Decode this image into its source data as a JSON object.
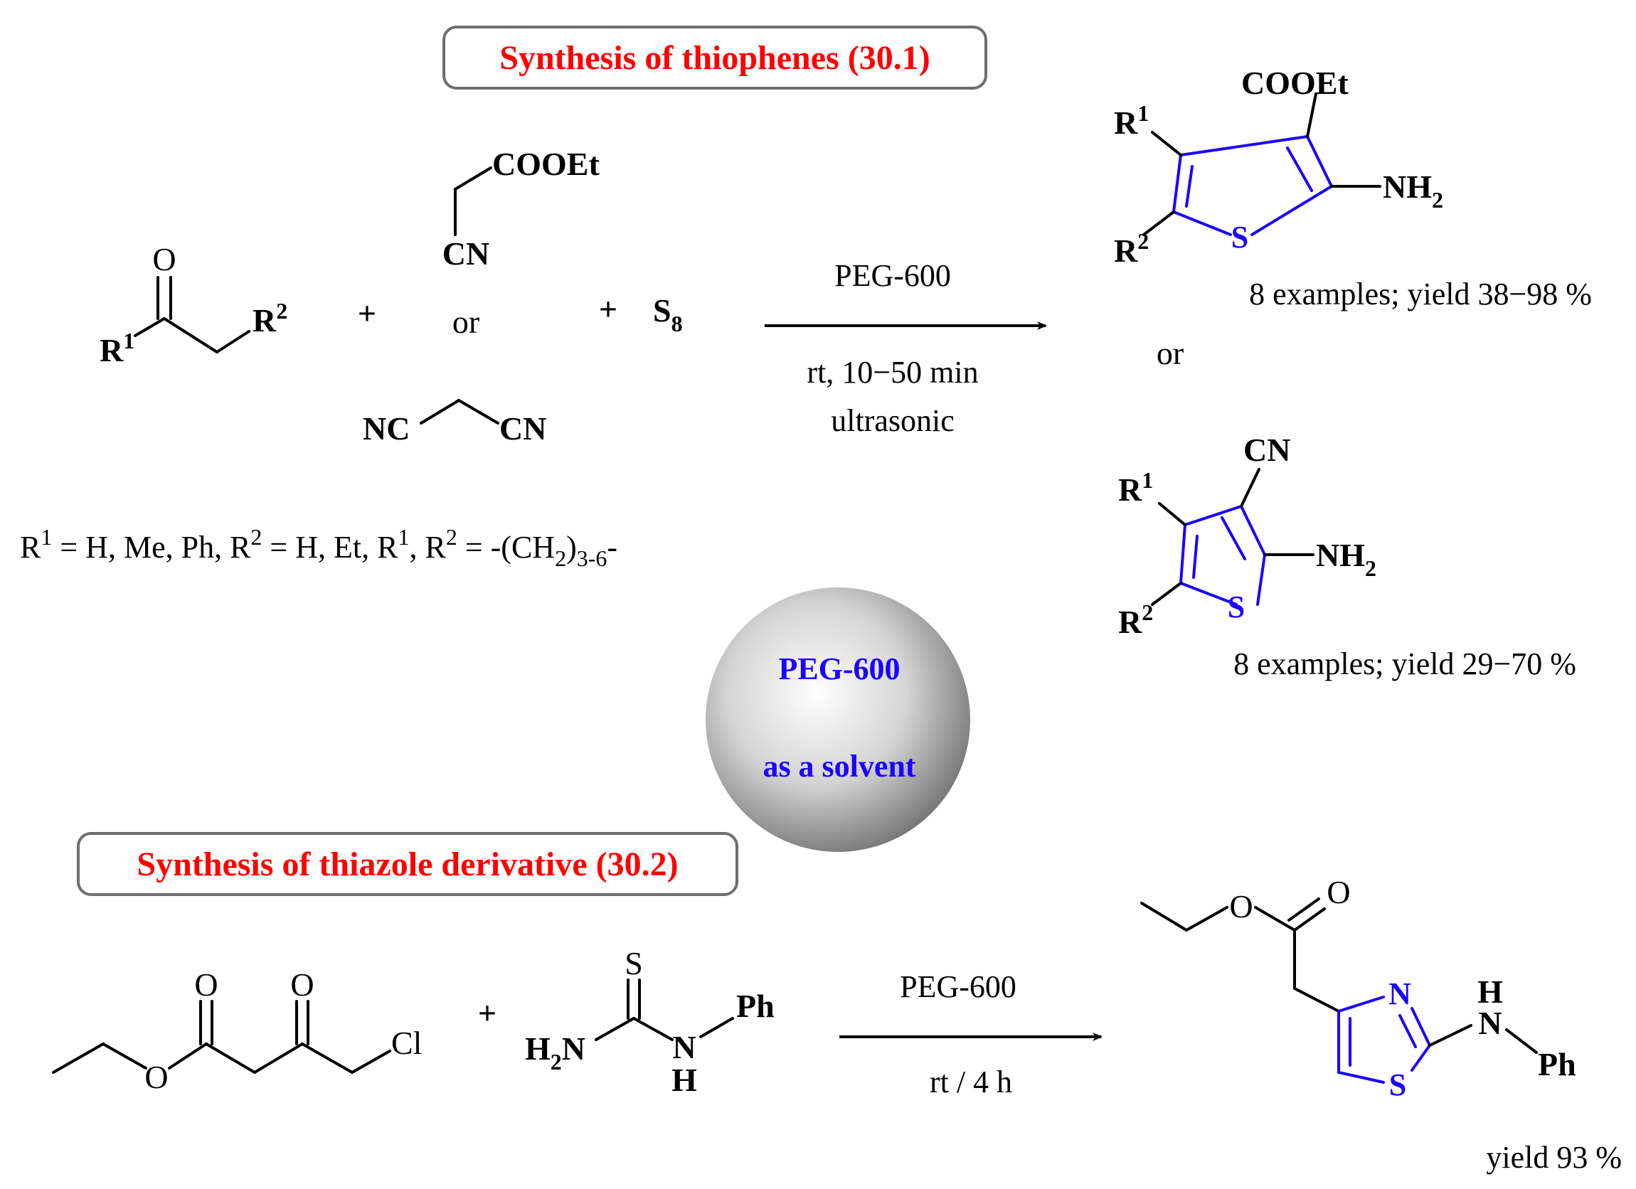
{
  "colors": {
    "title_red": "#ff0000",
    "ring_blue": "#1a00ff",
    "box_border": "#6e6e6e",
    "sphere_center": "#ffffff",
    "sphere_edge": "#7a7a7a"
  },
  "top": {
    "title": "Synthesis of thiophenes (30.1)",
    "plus1": "+",
    "plus2": "+",
    "or_reagent": "or",
    "ketone_O": "O",
    "ketone_R1": "R",
    "ketone_R1_sup": "1",
    "ketone_R2": "R",
    "ketone_R2_sup": "2",
    "cyanoester_COOEt": "COOEt",
    "cyanoester_CN": "CN",
    "malononitrile_NC": "NC",
    "malononitrile_CN": "CN",
    "sulfur": "S",
    "sulfur_sub": "8",
    "reagent_above": "PEG-600",
    "cond_line1": "rt, 10−50 min",
    "cond_line2": "ultrasonic",
    "substituents_definition": "R¹ = H, Me, Ph, R² = H, Et, R¹, R² = -(CH₂)₃₋₆-",
    "sub_def_parts": {
      "p1": "R",
      "s1": "1",
      "p2": " = H, Me, Ph, R",
      "s2": "2",
      "p3": " = H, Et, R",
      "s3": "1",
      "p4": ", R",
      "s4": "2",
      "p5": " = -(CH",
      "s5": "2",
      "p6": ")",
      "s6": "3-6",
      "p7": "-"
    },
    "product1": {
      "COOEt": "COOEt",
      "R1": "R",
      "R1_sup": "1",
      "R2": "R",
      "R2_sup": "2",
      "S": "S",
      "NH2": "NH",
      "NH2_sub": "2",
      "yield": "8 examples; yield 38−98 %"
    },
    "or_products": "or",
    "product2": {
      "CN": "CN",
      "R1": "R",
      "R1_sup": "1",
      "R2": "R",
      "R2_sup": "2",
      "S": "S",
      "NH2": "NH",
      "NH2_sub": "2",
      "yield": "8 examples; yield 29−70 %"
    }
  },
  "sphere": {
    "line1": "PEG-600",
    "line2": "as a solvent"
  },
  "bottom": {
    "title": "Synthesis of thiazole derivative (30.2)",
    "ketoester_O1": "O",
    "ketoester_O2": "O",
    "ketoester_O3": "O",
    "ketoester_Cl": "Cl",
    "plus": "+",
    "thiourea_S": "S",
    "thiourea_H2N": "H",
    "thiourea_H2N_sub": "2",
    "thiourea_H2N_N": "N",
    "thiourea_N": "N",
    "thiourea_H": "H",
    "thiourea_Ph": "Ph",
    "reagent_above": "PEG-600",
    "cond": "rt / 4 h",
    "product": {
      "O_ester": "O",
      "O_carbonyl": "O",
      "N_ring": "N",
      "S_ring": "S",
      "H": "H",
      "N_amine": "N",
      "Ph": "Ph",
      "yield": "yield 93 %"
    }
  }
}
